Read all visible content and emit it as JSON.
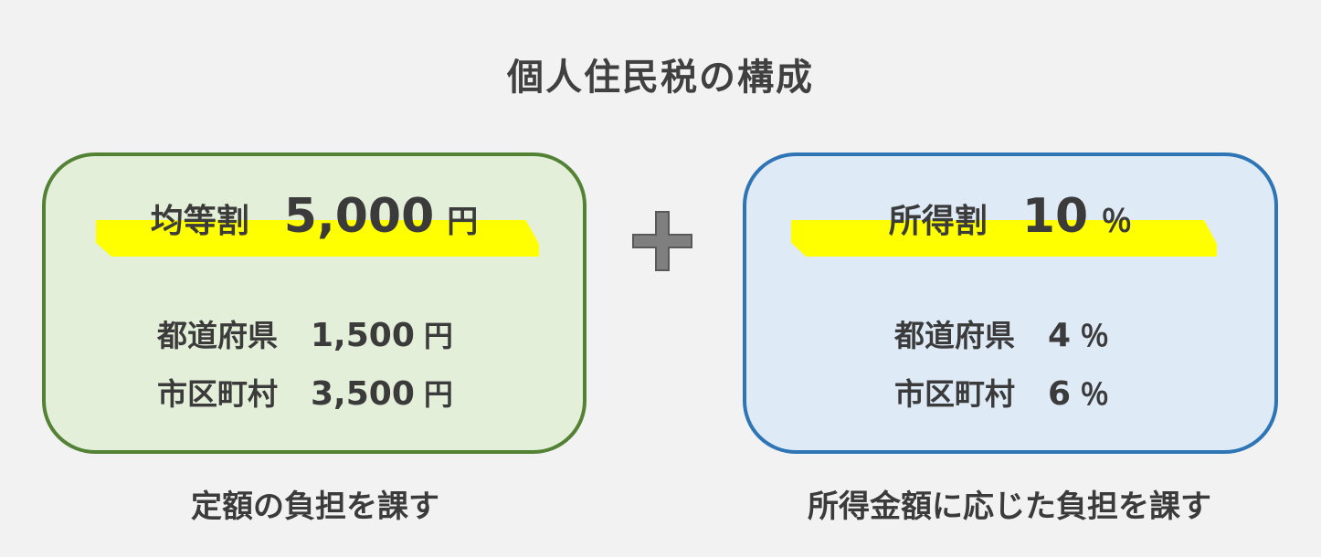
{
  "title": "個人住民税の構成",
  "left": {
    "headline": {
      "label": "均等割",
      "value": "5,000",
      "unit": "円"
    },
    "rows": [
      {
        "label": "都道府県",
        "value": "1,500",
        "unit": "円"
      },
      {
        "label": "市区町村",
        "value": "3,500",
        "unit": "円"
      }
    ],
    "caption": "定額の負担を課す",
    "colors": {
      "fill": "#e3efd9",
      "border": "#548235"
    }
  },
  "right": {
    "headline": {
      "label": "所得割",
      "value": "10",
      "unit": "％"
    },
    "rows": [
      {
        "label": "都道府県",
        "value": "4",
        "unit": "％"
      },
      {
        "label": "市区町村",
        "value": "6",
        "unit": "％"
      }
    ],
    "caption": "所得金額に応じた負担を課す",
    "colors": {
      "fill": "#deeaf6",
      "border": "#2e75b6"
    }
  },
  "operator": {
    "icon": "plus-icon"
  },
  "colors": {
    "highlight": "#ffff00",
    "text": "#3b3b3b",
    "background": "#f2f2f2",
    "operator": "#7f7f7f"
  }
}
